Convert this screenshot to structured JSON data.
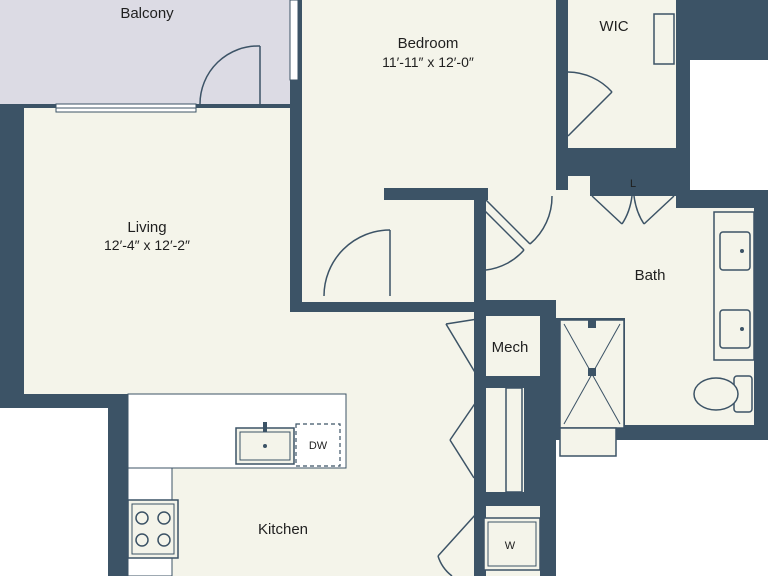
{
  "rooms": {
    "balcony": {
      "name": "Balcony"
    },
    "bedroom": {
      "name": "Bedroom",
      "dims": "11′-11″ x 12′-0″"
    },
    "wic": {
      "name": "WIC"
    },
    "living": {
      "name": "Living",
      "dims": "12′-4″ x 12′-2″"
    },
    "bath": {
      "name": "Bath"
    },
    "linen": {
      "name": "L"
    },
    "mech": {
      "name": "Mech"
    },
    "kitchen": {
      "name": "Kitchen"
    }
  },
  "fixtures": {
    "dishwasher": "DW",
    "washer": "W"
  },
  "colors": {
    "wall": "#3c5366",
    "floor": "#f4f4ea",
    "balcony_floor": "#dcdbe4",
    "background": "#ffffff"
  }
}
